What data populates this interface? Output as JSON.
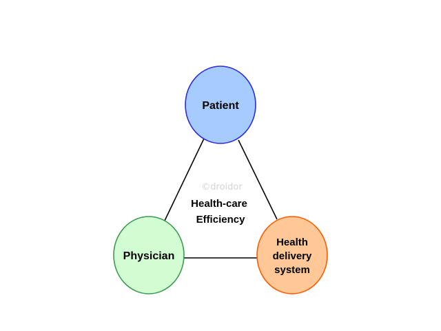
{
  "diagram": {
    "nodes": {
      "patient": {
        "lines": [
          "Patient"
        ],
        "fill": "#a5cbff",
        "stroke": "#2a2ae6"
      },
      "physician": {
        "lines": [
          "Physician"
        ],
        "fill": "#d2fcd2",
        "stroke": "#3c9b50"
      },
      "delivery": {
        "lines": [
          "Health",
          "delivery",
          "system"
        ],
        "fill": "#ffc896",
        "stroke": "#ff5a00"
      }
    },
    "center": {
      "lines": [
        "Health-care",
        "Efficiency"
      ]
    },
    "watermark": "©droidor",
    "edge_color": "#000000"
  }
}
